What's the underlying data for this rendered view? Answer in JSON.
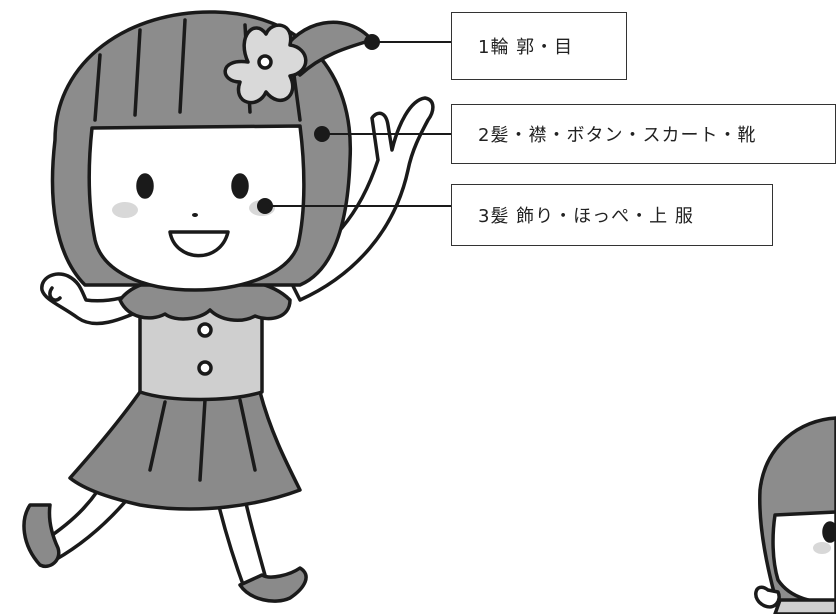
{
  "labels": {
    "label_1": "1輪 郭・目",
    "label_2": "2髪・襟・ボタン・スカート・靴",
    "label_3": "3髪 飾り・ほっぺ・上 服"
  },
  "colors": {
    "line": "#1a1a1a",
    "hair_gray": "#8c8c8c",
    "skirt_gray": "#8a8a8a",
    "top_light_gray": "#cfcfcf",
    "flower_light": "#d9d9d9",
    "cheek": "#d8d8d8",
    "skin": "#ffffff"
  }
}
